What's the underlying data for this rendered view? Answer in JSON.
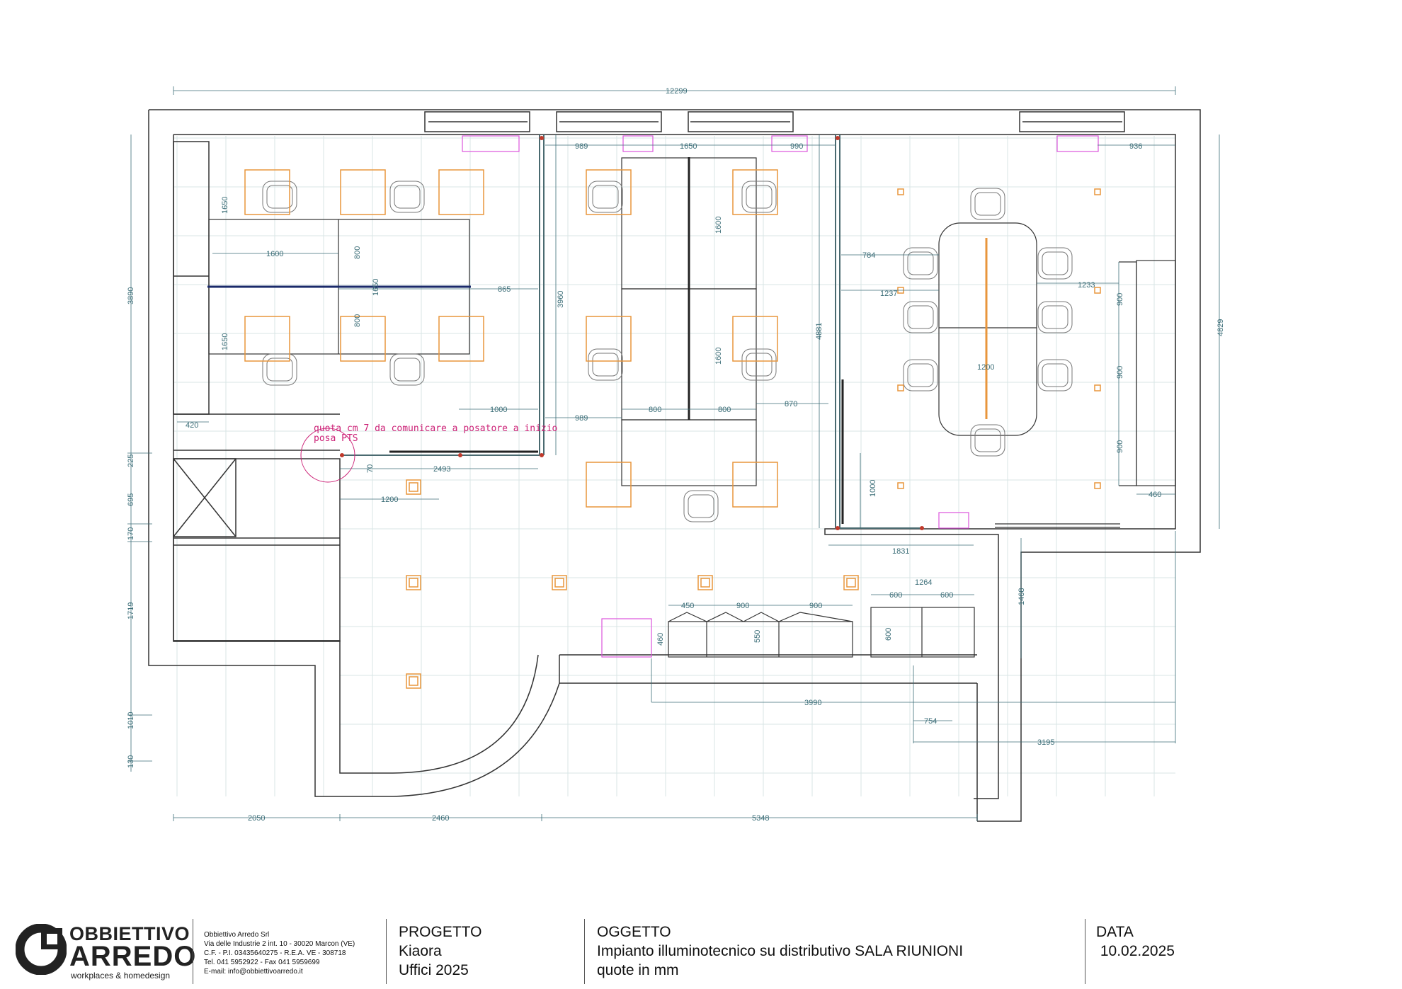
{
  "plan": {
    "dimensions": {
      "total_width": "12299",
      "d989_top": "989",
      "d1650_top": "1650",
      "d990_top": "990",
      "d936": "936",
      "d3890": "3890",
      "d4829": "4829",
      "d1650_a": "1650",
      "d1650_b": "1650",
      "d1600_h": "1600",
      "d800_a": "800",
      "d800_b": "800",
      "d1650_c": "1650",
      "d865": "865",
      "d420": "420",
      "d1000_h": "1000",
      "d3960": "3960",
      "d1600_v1": "1600",
      "d1600_v2": "1600",
      "d989_mid": "989",
      "d800_c": "800",
      "d800_d": "800",
      "d870": "870",
      "d4881": "4881",
      "d784": "784",
      "d1237": "1237",
      "d1233": "1233",
      "d1200_table": "1200",
      "d900_a": "900",
      "d900_b": "900",
      "d900_c": "900",
      "d460_right": "460",
      "d1000_v": "1000",
      "d1831": "1831",
      "d225": "225",
      "d695": "695",
      "d170": "170",
      "d1719": "1719",
      "d1010": "1010",
      "d130": "130",
      "d2493": "2493",
      "d70": "70",
      "d1200_low": "1200",
      "d450": "450",
      "d900_d": "900",
      "d900_e": "900",
      "d1264": "1264",
      "d600_a": "600",
      "d600_b": "600",
      "d1468": "1468",
      "d460_low": "460",
      "d550": "550",
      "d600_c": "600",
      "d3990": "3990",
      "d754": "754",
      "d3195": "3195",
      "d2050": "2050",
      "d2460": "2460",
      "d5348": "5348"
    },
    "note_line1": "quota cm 7 da comunicare a posatore a inizio",
    "note_line2": "posa PTS",
    "colors": {
      "wall": "#333333",
      "dimension": "#3c6e78",
      "grid": "#d9e6e6",
      "light": "#e8963c",
      "note": "#cc2277",
      "magenta_box": "#dd55dd"
    }
  },
  "title_block": {
    "logo_line1": "OBBIETTIVO",
    "logo_line2": "ARREDO",
    "logo_tagline": "workplaces & homedesign",
    "company": [
      "Obbiettivo Arredo Srl",
      "Via delle Industrie 2 int. 10 - 30020 Marcon (VE)",
      "C.F. - P.I. 03435640275 - R.E.A. VE - 308718",
      "Tel. 041 5952922 - Fax 041 5959699",
      "E-mail: info@obbiettivoarredo.it"
    ],
    "progetto_label": "PROGETTO",
    "progetto_line1": "Kiaora",
    "progetto_line2": "Uffici 2025",
    "oggetto_label": "OGGETTO",
    "oggetto_line1": "Impianto illuminotecnico su distributivo SALA RIUNIONI",
    "oggetto_line2": "quote in mm",
    "data_label": "DATA",
    "data_value": " 10.02.2025"
  }
}
